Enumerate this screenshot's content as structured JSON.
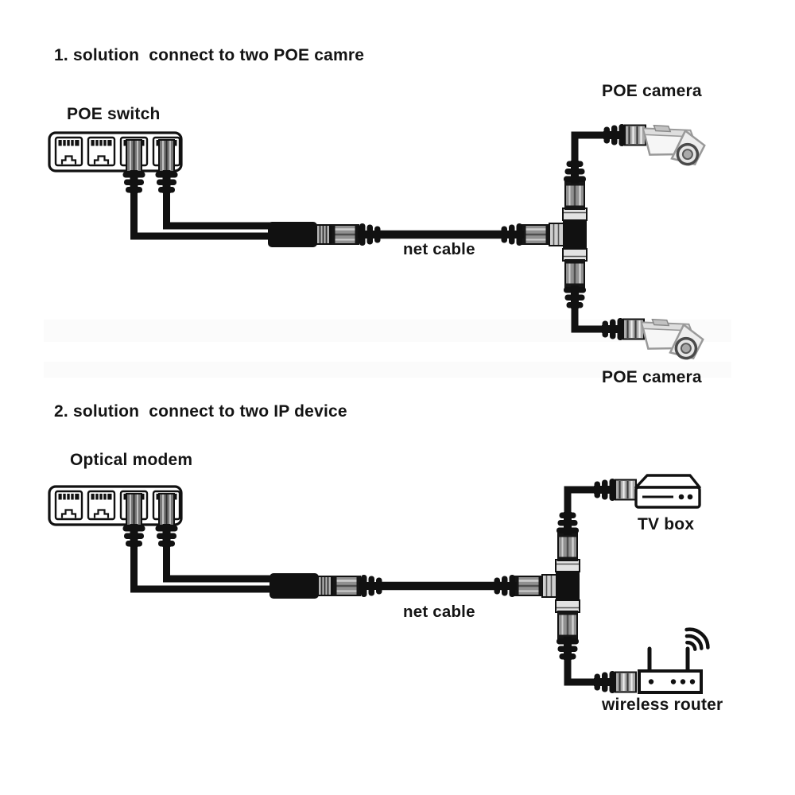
{
  "page": {
    "background": "#ffffff",
    "text_color": "#141414",
    "line_color": "#111111",
    "metal_color": "#909090"
  },
  "sections": [
    {
      "title": "1. solution  connect to two POE camre",
      "source_device_label": "POE switch",
      "cable_label": "net cable",
      "endpoint_top_label": "POE camera",
      "endpoint_bottom_label": "POE camera"
    },
    {
      "title": "2. solution  connect to two IP device",
      "source_device_label": "Optical modem",
      "cable_label": "net cable",
      "endpoint_top_label": "TV box",
      "endpoint_bottom_label": "wireless router"
    }
  ],
  "icons": {
    "source_device": "four-port-switch-icon",
    "combiner": "two-to-one-combiner-icon",
    "splitter": "t-splitter-icon",
    "camera": "cctv-camera-icon",
    "tv_box": "tv-box-icon",
    "router": "wireless-router-icon"
  }
}
